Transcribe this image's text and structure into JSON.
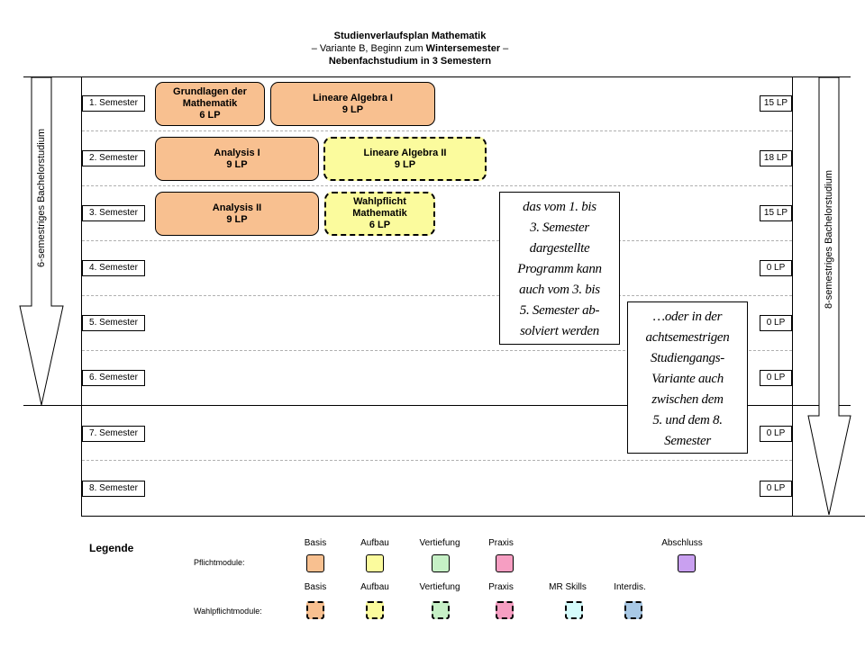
{
  "title": {
    "line1": "Studienverlaufsplan Mathematik",
    "line2_prefix": "– Variante B, Beginn zum ",
    "line2_bold": "Wintersemester",
    "line2_suffix": " –",
    "line3": "Nebenfachstudium in 3 Semestern"
  },
  "semesters": [
    {
      "label": "1. Semester",
      "lp": "15 LP"
    },
    {
      "label": "2. Semester",
      "lp": "18 LP"
    },
    {
      "label": "3. Semester",
      "lp": "15 LP"
    },
    {
      "label": "4. Semester",
      "lp": "0 LP"
    },
    {
      "label": "5. Semester",
      "lp": "0 LP"
    },
    {
      "label": "6. Semester",
      "lp": "0 LP"
    },
    {
      "label": "7. Semester",
      "lp": "0 LP"
    },
    {
      "label": "8. Semester",
      "lp": "0 LP"
    }
  ],
  "modules": [
    {
      "name": "Grundlagen der Mathematik",
      "lp": "6 LP",
      "type": "Basis",
      "style": "solid"
    },
    {
      "name": "Lineare Algebra I",
      "lp": "9 LP",
      "type": "Basis",
      "style": "solid"
    },
    {
      "name": "Analysis I",
      "lp": "9 LP",
      "type": "Basis",
      "style": "solid"
    },
    {
      "name": "Lineare Algebra II",
      "lp": "9 LP",
      "type": "Aufbau",
      "style": "dashed"
    },
    {
      "name": "Analysis II",
      "lp": "9 LP",
      "type": "Basis",
      "style": "solid"
    },
    {
      "name": "Wahlpflicht Mathematik",
      "lp": "6 LP",
      "type": "Aufbau",
      "style": "dashed"
    }
  ],
  "notes": {
    "note1": "das vom 1. bis 3. Semester dargestellte Programm kann auch vom 3. bis 5. Semester absolviert werden",
    "note1_lines": [
      "das vom 1. bis",
      "3. Semester",
      "dargestellte",
      "Programm kann",
      "auch vom 3. bis",
      "5. Semester ab-",
      "solviert werden"
    ],
    "note2_lines": [
      "…oder in der",
      "achtsemestrigen",
      "Studiengangs-",
      "Variante auch",
      "zwischen dem",
      "5. und dem 8.",
      "Semester"
    ]
  },
  "side_labels": {
    "left": "6-semestriges Bachelorstudium",
    "right": "8-semestriges Bachelorstudium"
  },
  "legend": {
    "title": "Legende",
    "pflicht_label": "Pflichtmodule:",
    "wahlpflicht_label": "Wahlpflichtmodule:",
    "pflicht_items": [
      {
        "label": "Basis",
        "color": "#f8c090"
      },
      {
        "label": "Aufbau",
        "color": "#fbfb9d"
      },
      {
        "label": "Vertiefung",
        "color": "#c6f0c6"
      },
      {
        "label": "Praxis",
        "color": "#f69ec2"
      },
      {
        "label": "Abschluss",
        "color": "#c9a0f0"
      }
    ],
    "wahlpflicht_items": [
      {
        "label": "Basis",
        "color": "#f8c090"
      },
      {
        "label": "Aufbau",
        "color": "#fbfb9d"
      },
      {
        "label": "Vertiefung",
        "color": "#c6f0c6"
      },
      {
        "label": "Praxis",
        "color": "#f69ec2"
      },
      {
        "label": "MR Skills",
        "color": "#d5fbfb"
      },
      {
        "label": "Interdis.",
        "color": "#a9c9e6"
      }
    ]
  }
}
